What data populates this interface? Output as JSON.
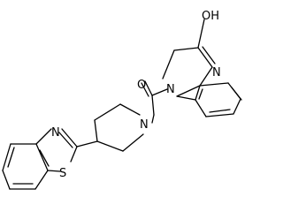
{
  "molecule": {
    "atoms": {
      "hydroxyl_oxygen": "OH",
      "quinoxaline_imine_nitrogen": "N",
      "quinoxaline_amide_nitrogen": "N",
      "carbonyl_oxygen": "O",
      "piperidine_nitrogen": "N",
      "thiazole_nitrogen": "N",
      "thiazole_sulfur": "S"
    },
    "colors": {
      "bond": "#000000",
      "label": "#000000",
      "background": "#ffffff"
    }
  }
}
